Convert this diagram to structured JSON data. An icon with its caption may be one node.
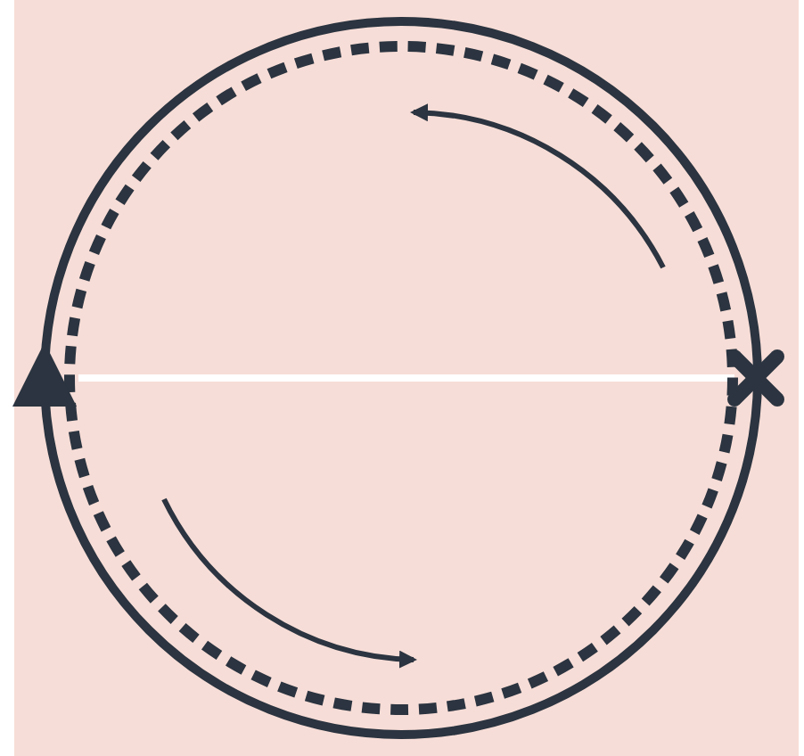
{
  "diagram": {
    "nodes": [
      {
        "text": [],
        "shape": "triangle"
      },
      {
        "text": [],
        "shape": "cross"
      }
    ],
    "edges": [
      {
        "from": 0,
        "to": 1,
        "arrow": "none",
        "color": "#ffffff"
      }
    ]
  }
}
